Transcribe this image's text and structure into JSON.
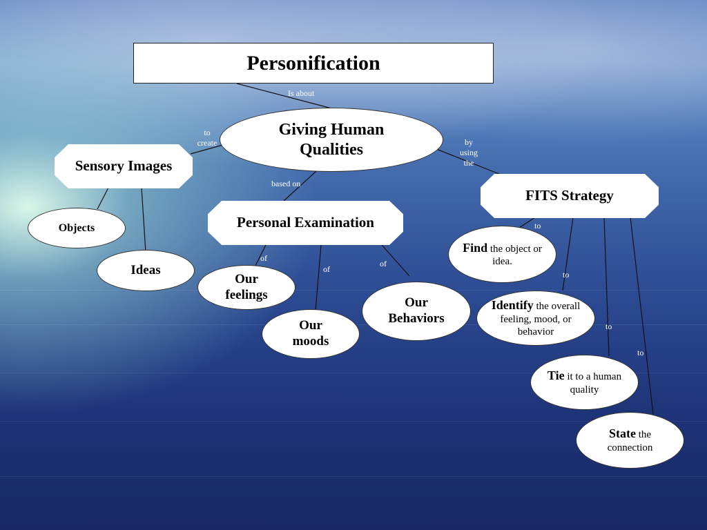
{
  "title": "Personification",
  "nodes": {
    "giving": "Giving Human Qualities",
    "sensory": "Sensory Images",
    "objects": "Objects",
    "ideas": "Ideas",
    "personal": "Personal Examination",
    "feelings": "Our feelings",
    "moods": "Our moods",
    "behaviors": "Our Behaviors",
    "fits": "FITS Strategy",
    "find": {
      "bold": "Find",
      "rest": " the object or idea."
    },
    "identify": {
      "bold": "Identify",
      "rest": " the overall feeling, mood, or behavior"
    },
    "tie": {
      "bold": "Tie",
      "rest": " it to a human quality"
    },
    "state": {
      "bold": "State",
      "rest": " the connection"
    }
  },
  "edge_labels": {
    "is_about": "Is about",
    "to_create": "to create",
    "by_using_the": "by using the",
    "based_on": "based on",
    "of_feelings": "of",
    "of_moods": "of",
    "of_behaviors": "of",
    "to_find": "to",
    "to_identify": "to",
    "to_tie": "to",
    "to_state": "to"
  }
}
